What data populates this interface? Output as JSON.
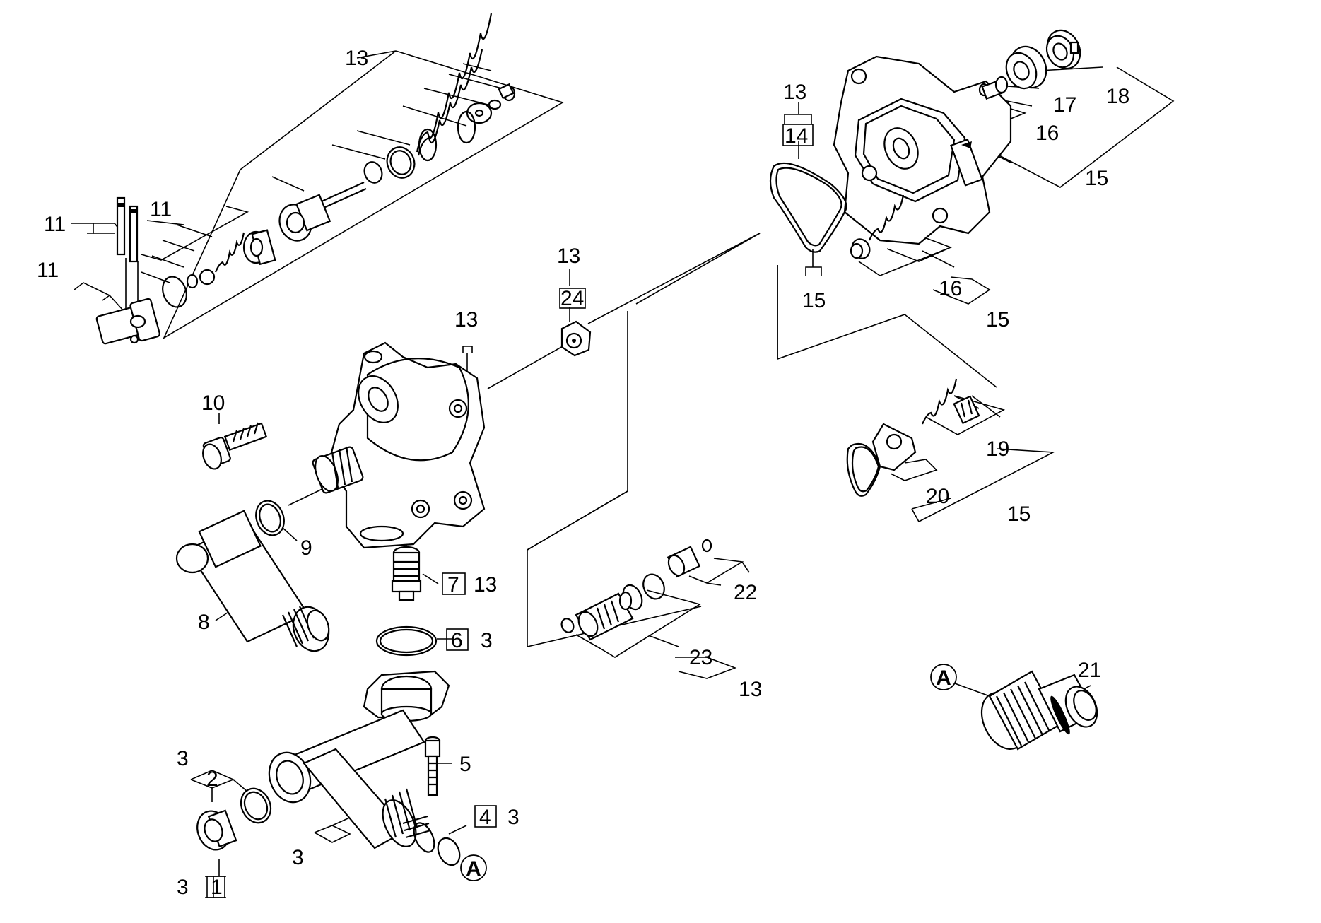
{
  "diagram": {
    "labels": [
      {
        "id": "l13a",
        "text": "13"
      },
      {
        "id": "l11a",
        "text": "11"
      },
      {
        "id": "l11b",
        "text": "11"
      },
      {
        "id": "l11c",
        "text": "11"
      },
      {
        "id": "l10",
        "text": "10"
      },
      {
        "id": "l13b",
        "text": "13"
      },
      {
        "id": "l13c",
        "text": "13"
      },
      {
        "id": "l24",
        "text": "24"
      },
      {
        "id": "l9",
        "text": "9"
      },
      {
        "id": "l8",
        "text": "8"
      },
      {
        "id": "l7",
        "text": "7"
      },
      {
        "id": "l13d",
        "text": "13"
      },
      {
        "id": "l6",
        "text": "6"
      },
      {
        "id": "l3a",
        "text": "3"
      },
      {
        "id": "l5",
        "text": "5"
      },
      {
        "id": "l3b",
        "text": "3"
      },
      {
        "id": "l2",
        "text": "2"
      },
      {
        "id": "l4",
        "text": "4"
      },
      {
        "id": "l3c",
        "text": "3"
      },
      {
        "id": "l3d",
        "text": "3"
      },
      {
        "id": "l3e",
        "text": "3"
      },
      {
        "id": "l1",
        "text": "1"
      },
      {
        "id": "l13e",
        "text": "13"
      },
      {
        "id": "l14",
        "text": "14"
      },
      {
        "id": "l15a",
        "text": "15"
      },
      {
        "id": "l17",
        "text": "17"
      },
      {
        "id": "l18",
        "text": "18"
      },
      {
        "id": "l16a",
        "text": "16"
      },
      {
        "id": "l15b",
        "text": "15"
      },
      {
        "id": "l16b",
        "text": "16"
      },
      {
        "id": "l15c",
        "text": "15"
      },
      {
        "id": "l19",
        "text": "19"
      },
      {
        "id": "l20",
        "text": "20"
      },
      {
        "id": "l15d",
        "text": "15"
      },
      {
        "id": "l22",
        "text": "22"
      },
      {
        "id": "l23",
        "text": "23"
      },
      {
        "id": "l13f",
        "text": "13"
      },
      {
        "id": "l21",
        "text": "21"
      }
    ],
    "connector_mark": "A"
  }
}
